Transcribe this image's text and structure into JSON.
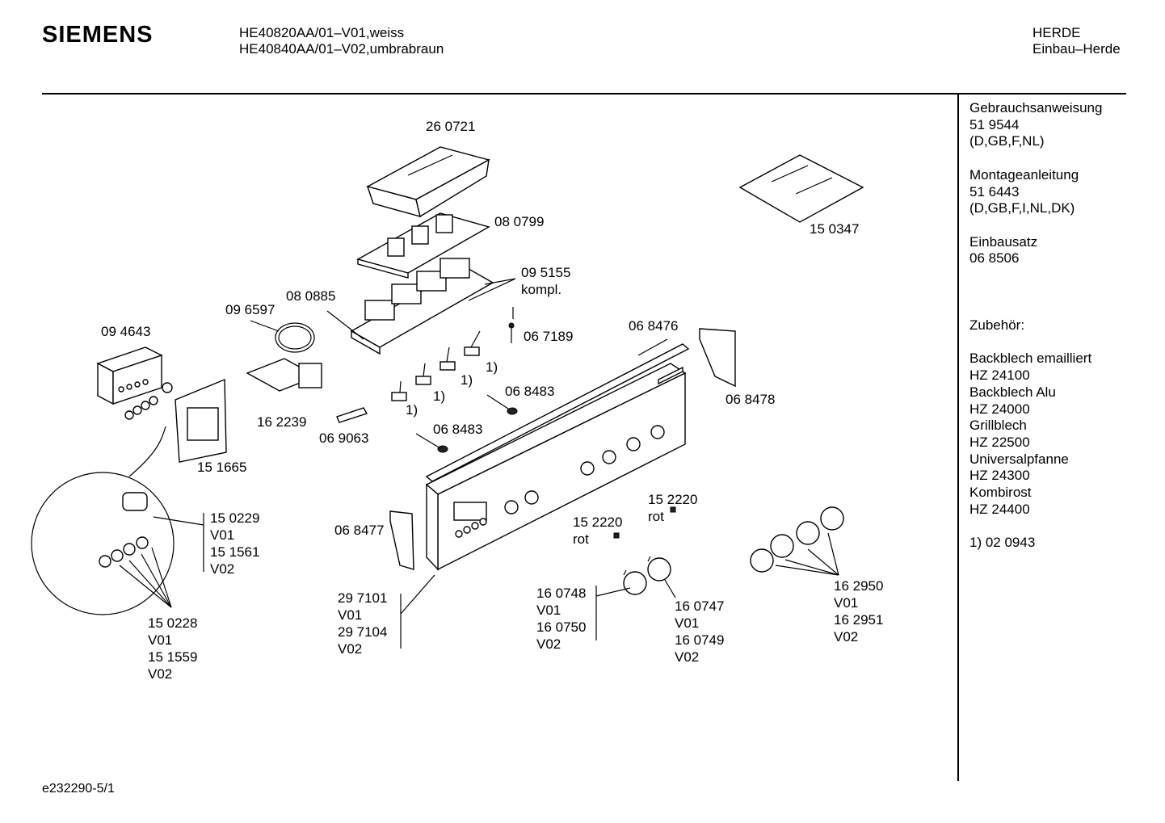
{
  "header": {
    "brand": "SIEMENS",
    "models": [
      "HE40820AA/01–V01,weiss",
      "HE40840AA/01–V02,umbrabraun"
    ],
    "category": "HERDE",
    "subcategory": "Einbau–Herde"
  },
  "sidebar": {
    "blocks": [
      [
        "Gebrauchsanweisung",
        "51 9544",
        "(D,GB,F,NL)"
      ],
      [
        "Montageanleitung",
        "51 6443",
        "(D,GB,F,I,NL,DK)"
      ],
      [
        "Einbausatz",
        "06 8506"
      ],
      [
        ""
      ],
      [
        "Zubehör:"
      ],
      [
        "Backblech emailliert",
        "HZ 24100",
        "Backblech Alu",
        "HZ 24000",
        "Grillblech",
        "HZ 22500",
        "Universalpfanne",
        "HZ 24300",
        "Kombirost",
        "HZ 24400"
      ],
      [
        "1)  02 0943"
      ]
    ]
  },
  "labels": {
    "p260721": "26 0721",
    "p080799": "08 0799",
    "p095155": "09 5155",
    "kompl": "kompl.",
    "p080885": "08 0885",
    "p096597": "09 6597",
    "p094643": "09 4643",
    "p067189": "06 7189",
    "p068476": "06 8476",
    "p068478": "06 8478",
    "p150347": "15 0347",
    "p068483a": "06 8483",
    "p068483b": "06 8483",
    "note1a": "1)",
    "note1b": "1)",
    "note1c": "1)",
    "p162239": "16 2239",
    "p069063": "06 9063",
    "p151665": "15 1665",
    "p150229": "15 0229",
    "v01a": "V01",
    "p151561": "15 1561",
    "v02a": "V02",
    "p150228": "15 0228",
    "v01b": "V01",
    "p151559": "15 1559",
    "v02b": "V02",
    "p068477": "06 8477",
    "p297101": "29 7101",
    "v01c": "V01",
    "p297104": "29 7104",
    "v02c": "V02",
    "p152220a": "15 2220",
    "rota": "rot",
    "p152220b": "15 2220",
    "rotb": "rot",
    "p160748": "16 0748",
    "v01d": "V01",
    "p160750": "16 0750",
    "v02d": "V02",
    "p160747": "16 0747",
    "v01e": "V01",
    "p160749": "16 0749",
    "v02e": "V02",
    "p162950": "16 2950",
    "v01f": "V01",
    "p162951": "16 2951",
    "v02f": "V02"
  },
  "footer": {
    "code": "e232290-5/1"
  }
}
